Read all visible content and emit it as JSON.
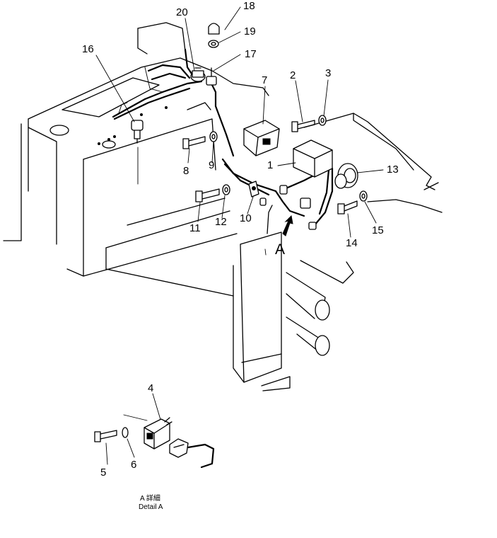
{
  "parts": [
    {
      "id": "part-20",
      "label": "20"
    },
    {
      "id": "part-18",
      "label": "18"
    },
    {
      "id": "part-19",
      "label": "19"
    },
    {
      "id": "part-17",
      "label": "17"
    },
    {
      "id": "part-16",
      "label": "16"
    },
    {
      "id": "part-7",
      "label": "7"
    },
    {
      "id": "part-2",
      "label": "2"
    },
    {
      "id": "part-3",
      "label": "3"
    },
    {
      "id": "part-1",
      "label": "1"
    },
    {
      "id": "part-13",
      "label": "13"
    },
    {
      "id": "part-8",
      "label": "8"
    },
    {
      "id": "part-9",
      "label": "9"
    },
    {
      "id": "part-11",
      "label": "11"
    },
    {
      "id": "part-12",
      "label": "12"
    },
    {
      "id": "part-10",
      "label": "10"
    },
    {
      "id": "part-14",
      "label": "14"
    },
    {
      "id": "part-15",
      "label": "15"
    },
    {
      "id": "part-4",
      "label": "4"
    },
    {
      "id": "part-5",
      "label": "5"
    },
    {
      "id": "part-6",
      "label": "6"
    }
  ],
  "view_marker": "A",
  "detail_caption": {
    "line1": "A 詳細",
    "line2": "Detail A"
  }
}
